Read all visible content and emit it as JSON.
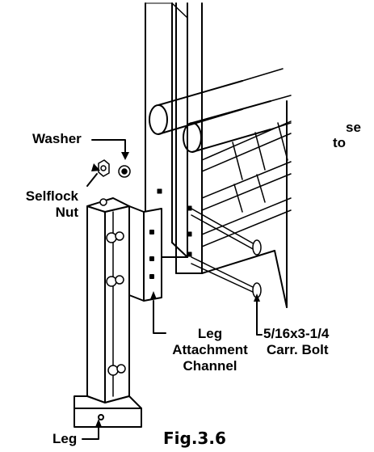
{
  "labels": {
    "washer": "Washer",
    "selflock_nut_line1": "Selflock",
    "selflock_nut_line2": "Nut",
    "leg_attachment_line1": "Leg",
    "leg_attachment_line2": "Attachment",
    "leg_attachment_line3": "Channel",
    "carriage_bolt_line1": "5/16x3-1/4",
    "carriage_bolt_line2": "Carr. Bolt",
    "leg": "Leg",
    "partial_line1": "se",
    "partial_line2": "to"
  },
  "figure": {
    "caption": "Fig.3.6"
  }
}
